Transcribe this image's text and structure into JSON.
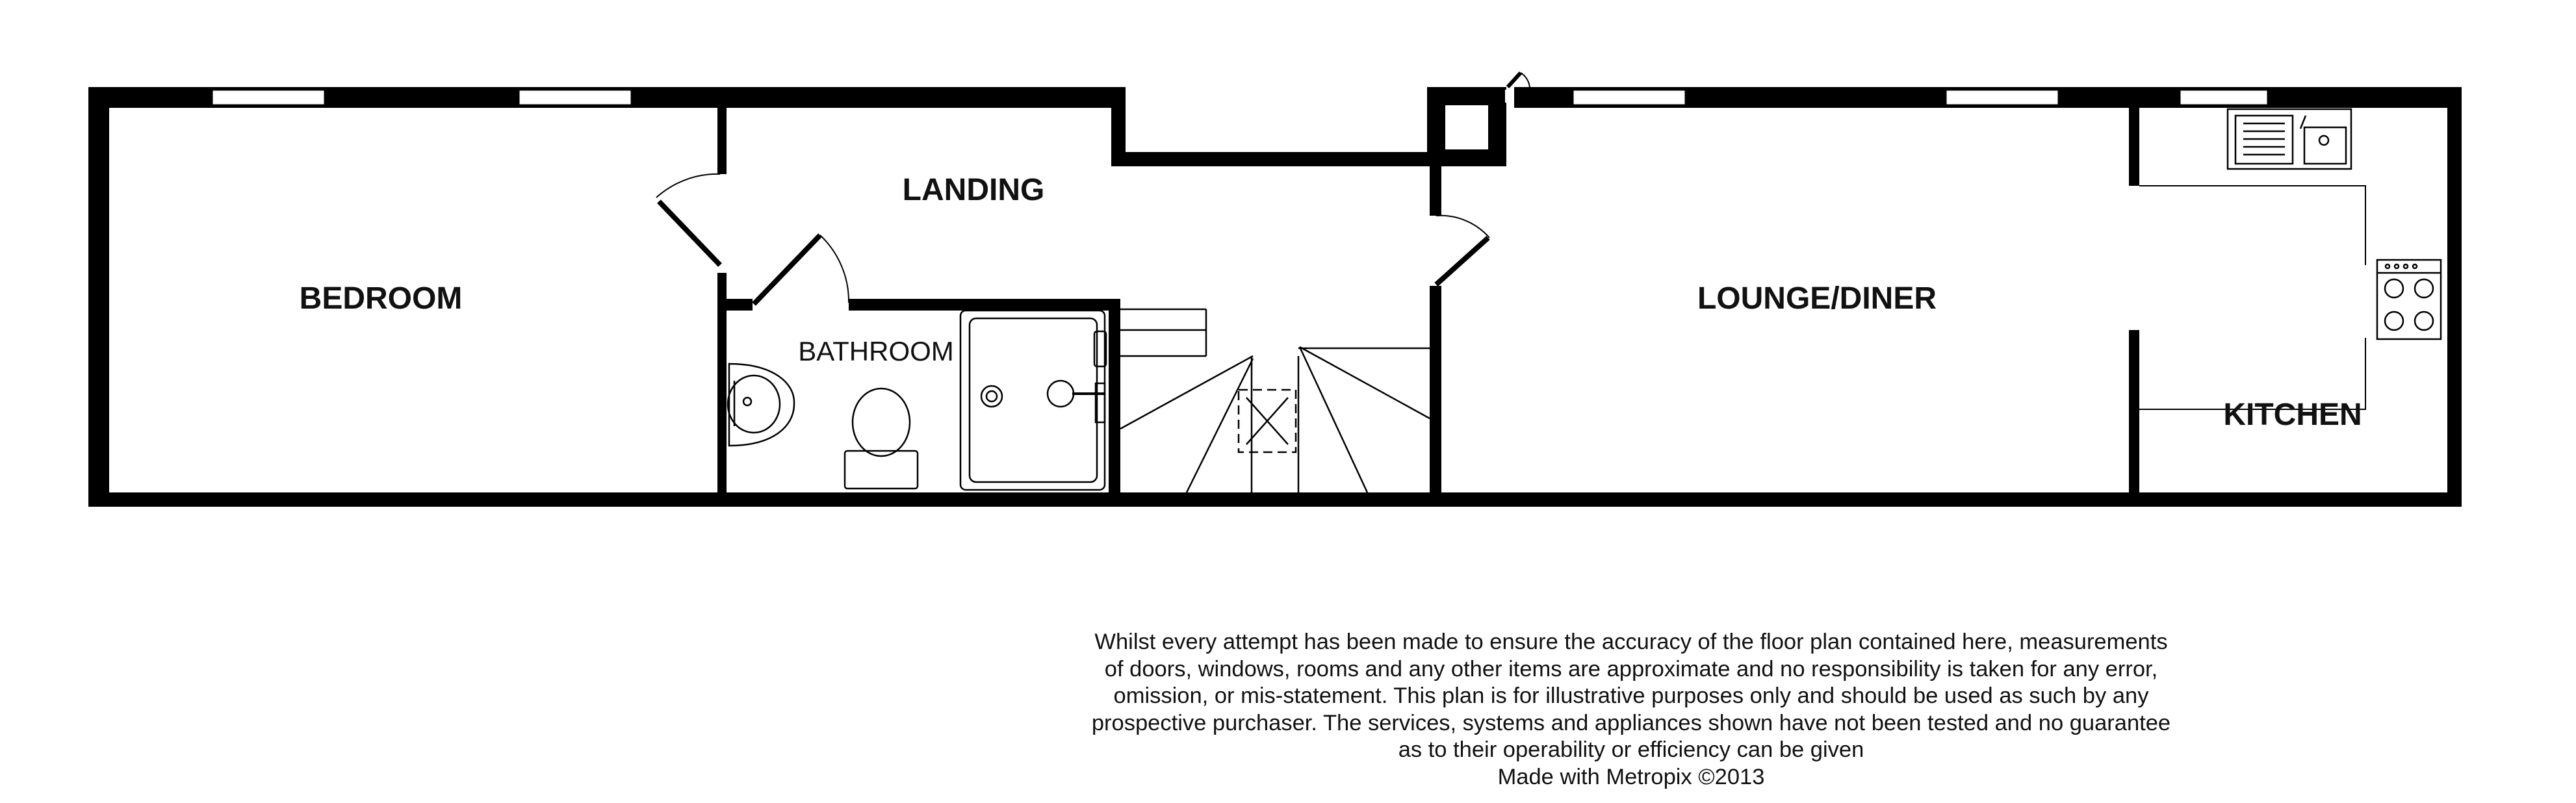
{
  "rooms": {
    "bedroom": "BEDROOM",
    "landing": "LANDING",
    "bathroom": "BATHROOM",
    "lounge": "LOUNGE/DINER",
    "kitchen": "KITCHEN"
  },
  "disclaimer": {
    "lines": [
      "Whilst every attempt has been made to ensure the accuracy of the floor plan contained here, measurements",
      "of doors, windows, rooms and any other items are approximate and no responsibility is taken for any error,",
      "omission, or mis-statement. This plan is for illustrative purposes only and should be used as such by any",
      "prospective purchaser. The services, systems and appliances shown have not been tested and no guarantee",
      "as to their operability or efficiency can be given"
    ],
    "credit": "Made with Metropix ©2013"
  },
  "colors": {
    "wall": "#000000",
    "line": "#111111",
    "background": "#ffffff"
  },
  "icons": [
    "sink-icon",
    "hob-icon",
    "basin-icon",
    "toilet-icon",
    "shower-tray-icon",
    "staircase-icon"
  ]
}
